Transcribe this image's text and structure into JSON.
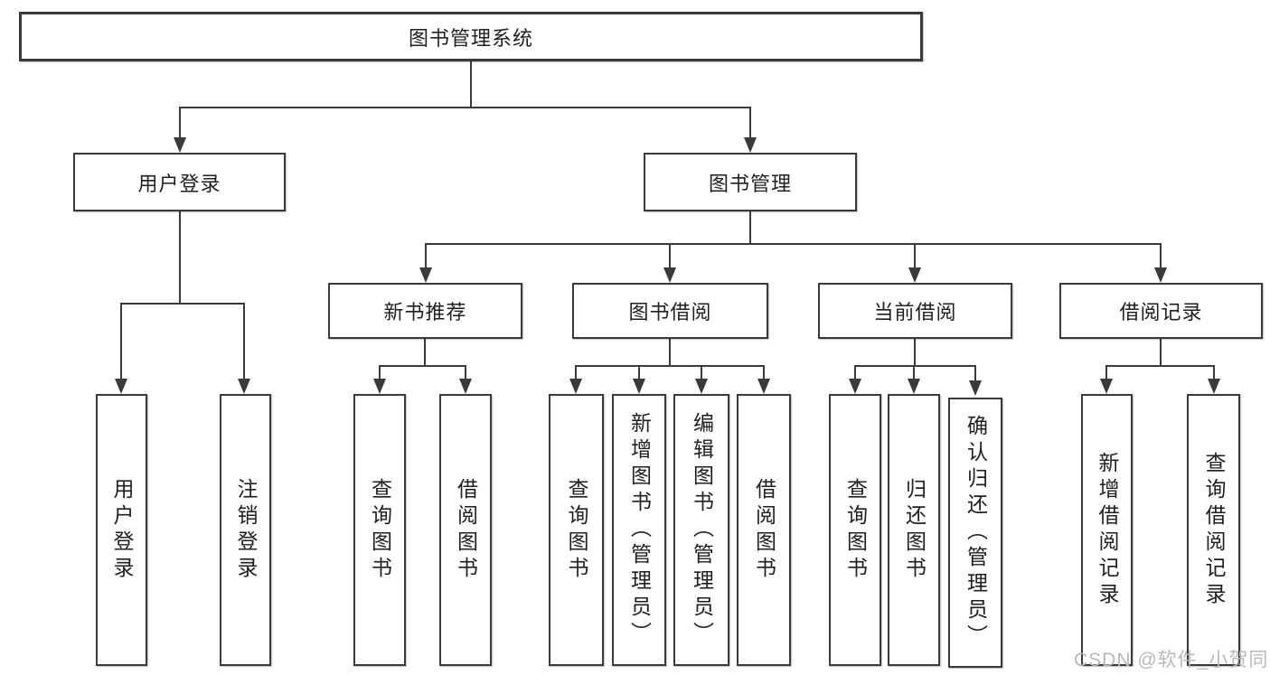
{
  "diagram_type": "hierarchy-tree",
  "colors": {
    "background": "#ffffff",
    "line": "#3a3a3a",
    "box_border": "#3a3a3a",
    "box_fill": "#ffffff",
    "text": "#1f1f1f",
    "watermark": "#b9b9b9"
  },
  "tree": {
    "label": "图书管理系统",
    "children": [
      {
        "label": "用户登录",
        "children": [
          {
            "label": "用户登录"
          },
          {
            "label": "注销登录"
          }
        ]
      },
      {
        "label": "图书管理",
        "children": [
          {
            "label": "新书推荐",
            "children": [
              {
                "label": "查询图书"
              },
              {
                "label": "借阅图书"
              }
            ]
          },
          {
            "label": "图书借阅",
            "children": [
              {
                "label": "查询图书"
              },
              {
                "label": "新增图书（管理员）"
              },
              {
                "label": "编辑图书（管理员）"
              },
              {
                "label": "借阅图书"
              }
            ]
          },
          {
            "label": "当前借阅",
            "children": [
              {
                "label": "查询图书"
              },
              {
                "label": "归还图书"
              },
              {
                "label": "确认归还（管理员）"
              }
            ]
          },
          {
            "label": "借阅记录",
            "children": [
              {
                "label": "新增借阅记录"
              },
              {
                "label": "查询借阅记录"
              }
            ]
          }
        ]
      }
    ]
  },
  "watermark": {
    "text": "CSDN @软件_小贺同学"
  }
}
